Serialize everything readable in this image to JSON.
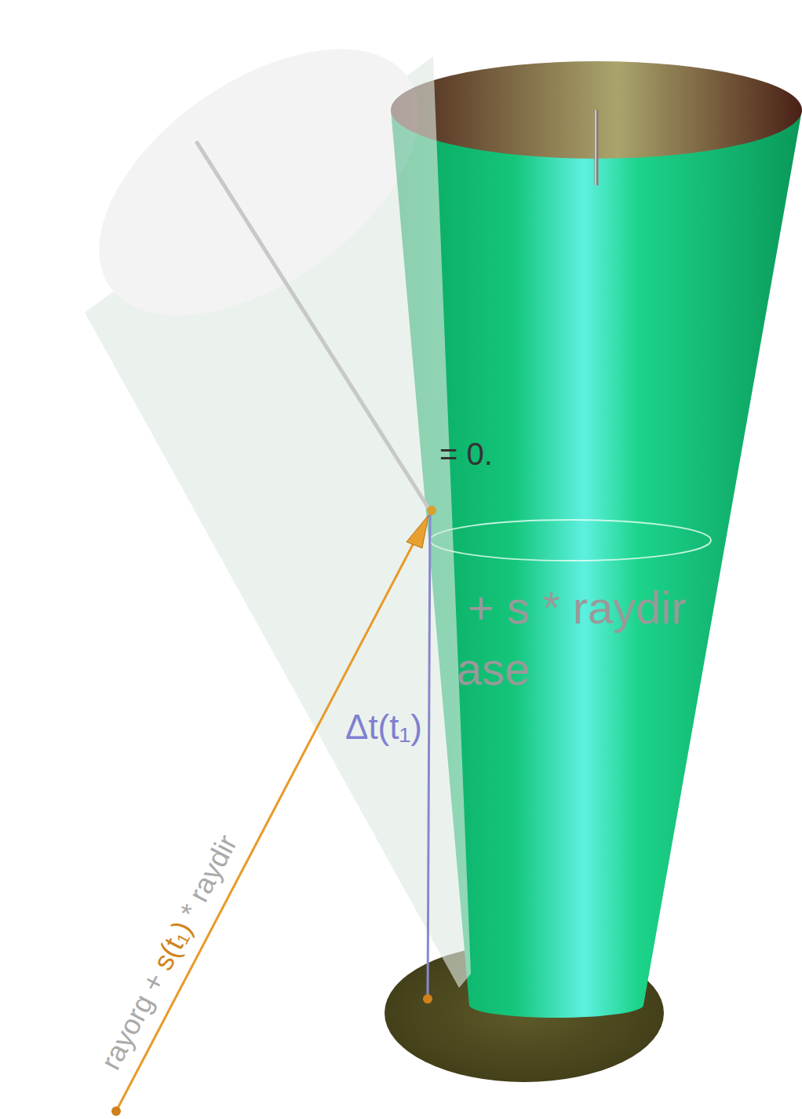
{
  "diagram": {
    "labels": [
      "= 0.",
      "+ s * raydir",
      "ase",
      "rayorg +",
      "s(t₁)",
      "* raydir",
      "Δt(t₁)"
    ]
  }
}
